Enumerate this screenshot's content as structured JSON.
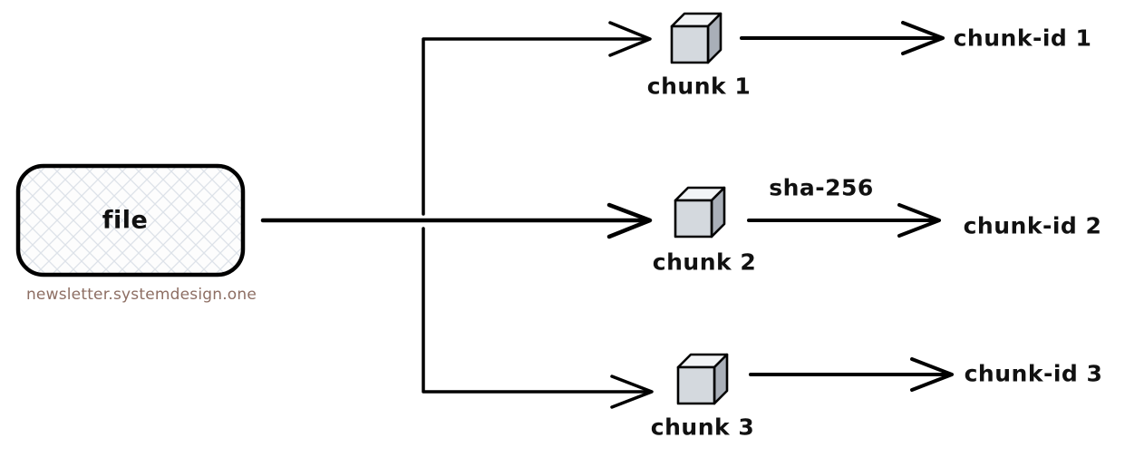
{
  "diagram": {
    "type": "flow-diagram",
    "file_node": {
      "label": "file"
    },
    "watermark": "newsletter.systemdesign.one",
    "hash_function_label": "sha-256",
    "chunks": [
      {
        "label": "chunk 1",
        "id": "chunk-id 1",
        "icon": "cube-icon"
      },
      {
        "label": "chunk 2",
        "id": "chunk-id 2",
        "icon": "cube-icon"
      },
      {
        "label": "chunk 3",
        "id": "chunk-id 3",
        "icon": "cube-icon"
      }
    ],
    "colors": {
      "line": "#000000",
      "cube_front": "#d4d9de",
      "cube_top": "#f2f4f6",
      "cube_side": "#a9afb8",
      "crosshatch_line": "#dde2e9",
      "box_fill": "#fdfdfd",
      "watermark": "#8d6e63",
      "background": "#ffffff"
    }
  }
}
